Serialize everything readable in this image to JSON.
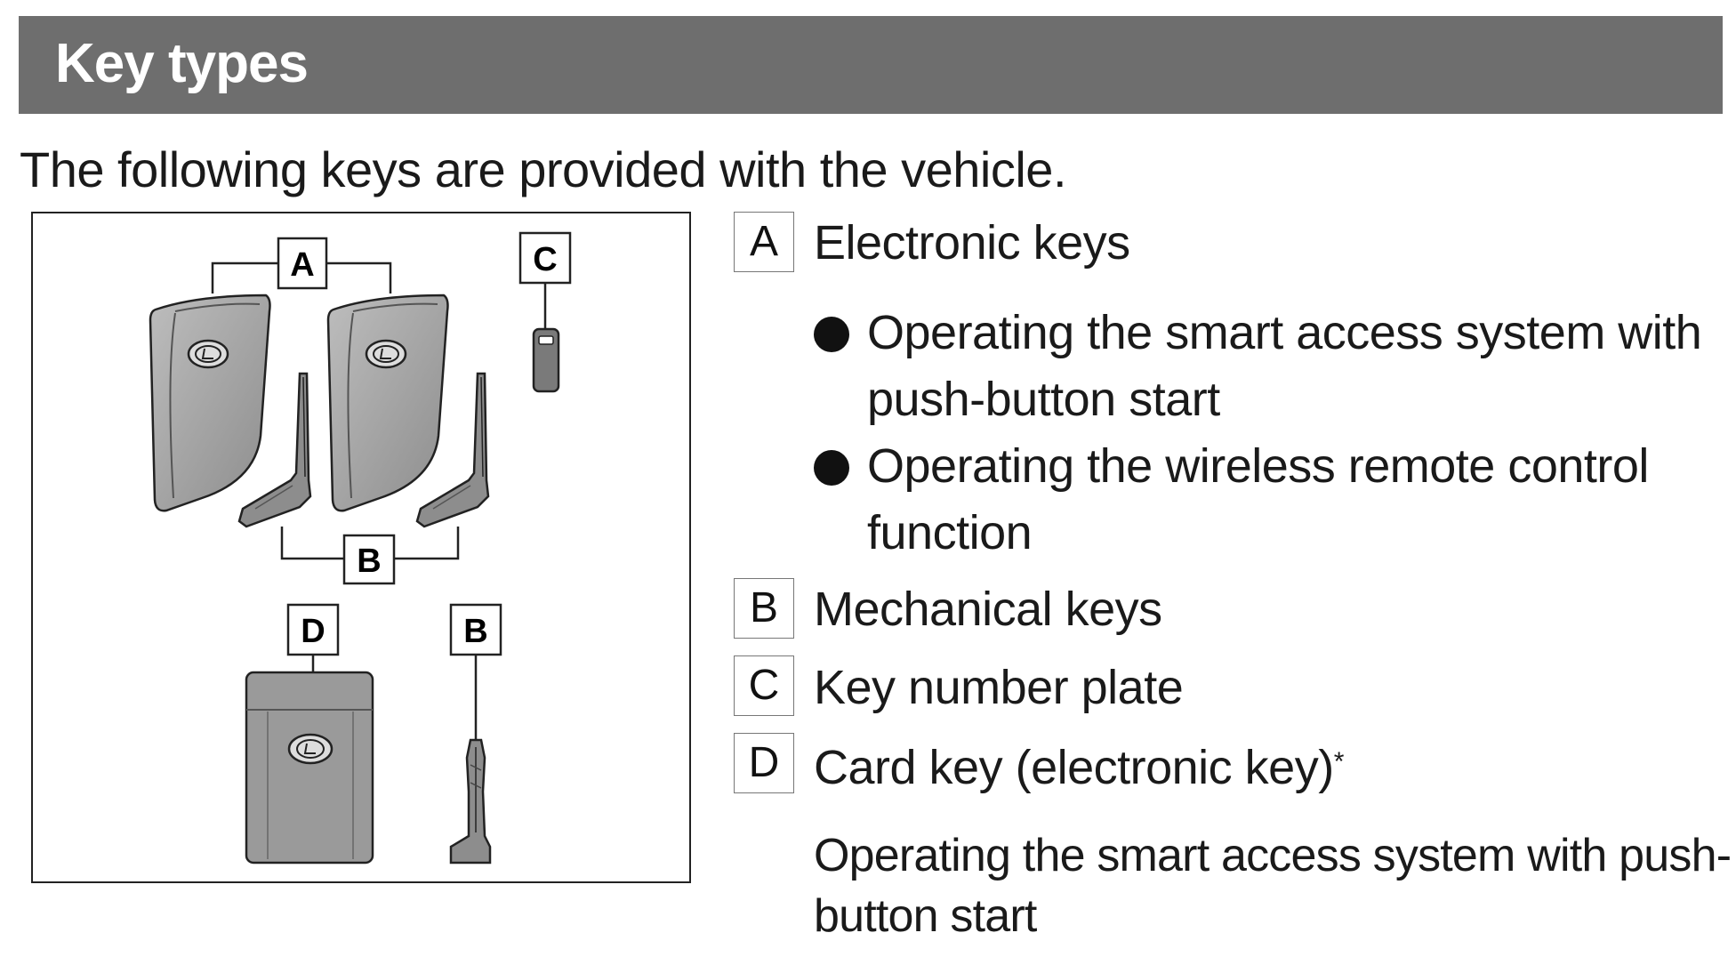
{
  "header": {
    "title": "Key types"
  },
  "intro": "The following keys are provided with the vehicle.",
  "figure": {
    "labels": {
      "A": "A",
      "B": "B",
      "C": "C",
      "D": "D"
    }
  },
  "legend": [
    {
      "letter": "A",
      "label": "Electronic keys"
    },
    {
      "letter": "B",
      "label": "Mechanical keys"
    },
    {
      "letter": "C",
      "label": "Key number plate"
    },
    {
      "letter": "D",
      "label": "Card key (electronic key)",
      "footnote_mark": "*"
    }
  ],
  "electronic_keys_bullets": [
    {
      "line1": "Operating the smart access system with",
      "line2": "push-button start"
    },
    {
      "line1": "Operating the wireless remote control",
      "line2": "function"
    }
  ],
  "card_key_note": {
    "line1": "Operating the smart access system with push-",
    "line2": "button start"
  }
}
